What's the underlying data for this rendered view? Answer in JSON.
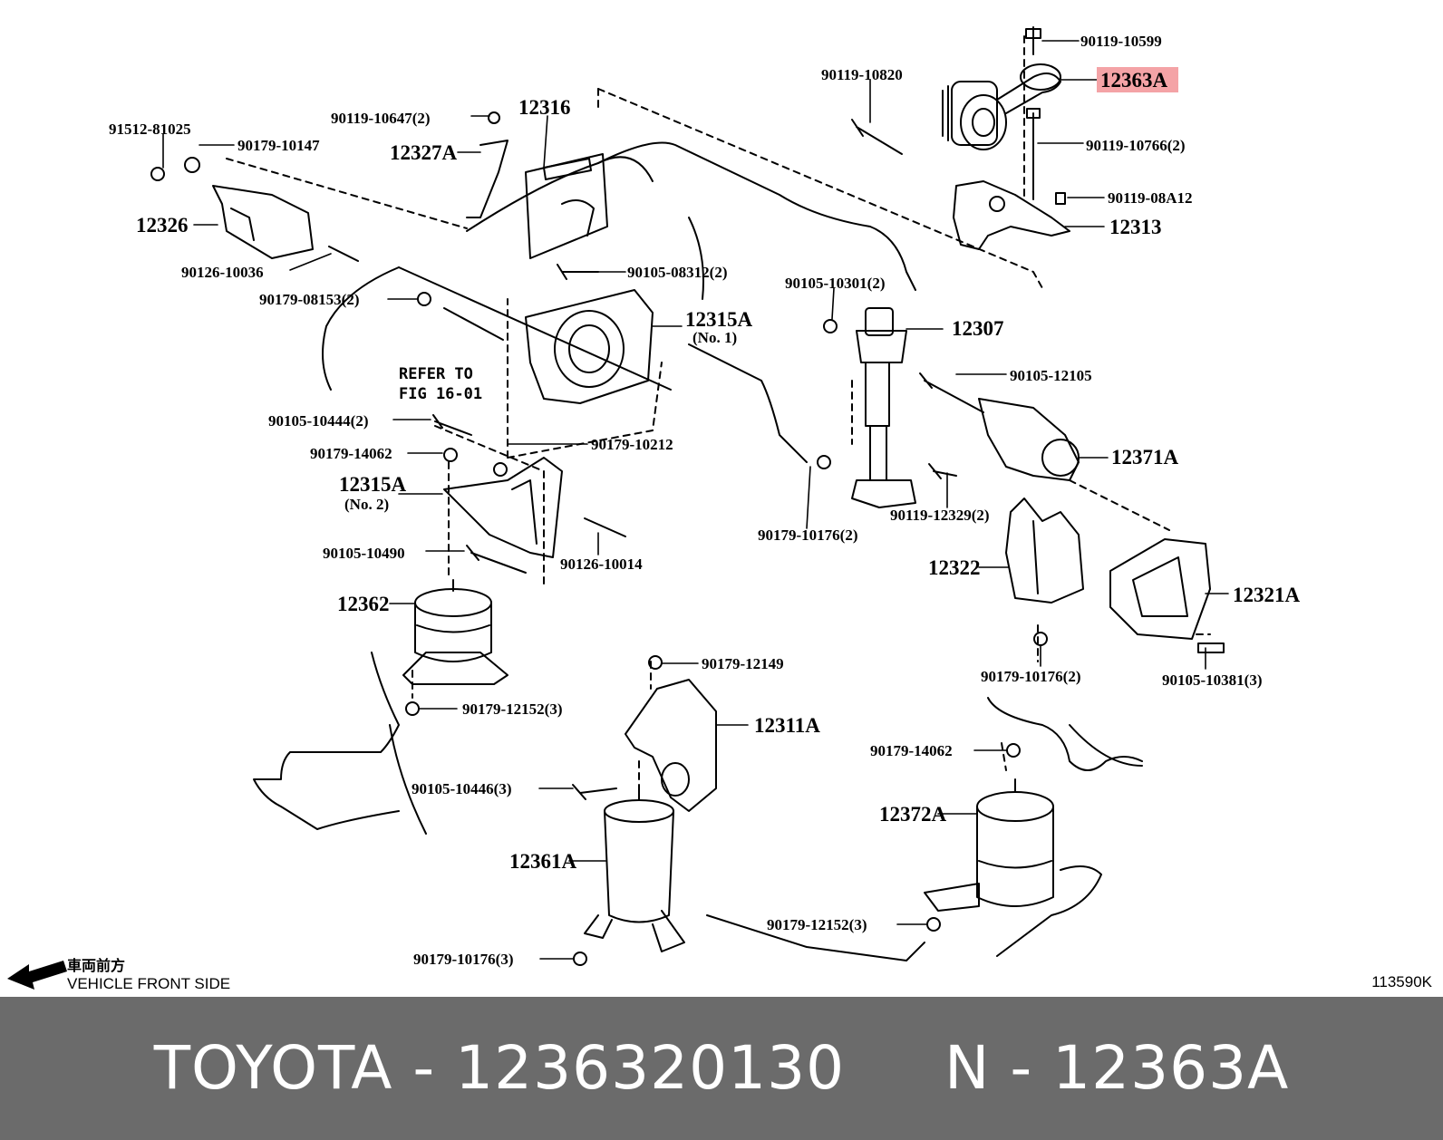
{
  "footer": {
    "brand": "TOYOTA",
    "sep1": "-",
    "part_number": "1236320130",
    "position_prefix": "N",
    "sep2": "-",
    "position_code": "12363A"
  },
  "legend": {
    "front_cn": "車両前方",
    "front_en": "VEHICLE FRONT SIDE",
    "figure_no": "113590K"
  },
  "note": {
    "line1": "REFER TO",
    "line2": "FIG 16-01"
  },
  "highlight_color": "#f4a3a6",
  "labels": {
    "p90119_10599": "90119-10599",
    "p12363A": "12363A",
    "p90119_10820": "90119-10820",
    "p90119_10766": "90119-10766(2)",
    "p90119_08A12": "90119-08A12",
    "p12313": "12313",
    "p91512_81025": "91512-81025",
    "p90179_10147": "90179-10147",
    "p90119_10647": "90119-10647(2)",
    "p12316": "12316",
    "p12327A": "12327A",
    "p12326": "12326",
    "p90126_10036": "90126-10036",
    "p90105_08312": "90105-08312(2)",
    "p90179_08153": "90179-08153(2)",
    "p12315A_1": "12315A",
    "p12315A_1_sub": "(No. 1)",
    "p90105_10301": "90105-10301(2)",
    "p12307": "12307",
    "p90105_12105": "90105-12105",
    "p90105_10444": "90105-10444(2)",
    "p90179_14062a": "90179-14062",
    "p90179_10212": "90179-10212",
    "p12315A_2": "12315A",
    "p12315A_2_sub": "(No. 2)",
    "p12371A": "12371A",
    "p90119_12329": "90119-12329(2)",
    "p90179_10176a": "90179-10176(2)",
    "p90105_10490": "90105-10490",
    "p90126_10014": "90126-10014",
    "p12322": "12322",
    "p12321A": "12321A",
    "p12362": "12362",
    "p90179_10176b": "90179-10176(2)",
    "p90105_10381": "90105-10381(3)",
    "p90179_12149": "90179-12149",
    "p90179_12152a": "90179-12152(3)",
    "p12311A": "12311A",
    "p90179_14062b": "90179-14062",
    "p90105_10446": "90105-10446(3)",
    "p12372A": "12372A",
    "p12361A": "12361A",
    "p90179_12152b": "90179-12152(3)",
    "p90179_10176c": "90179-10176(3)"
  }
}
